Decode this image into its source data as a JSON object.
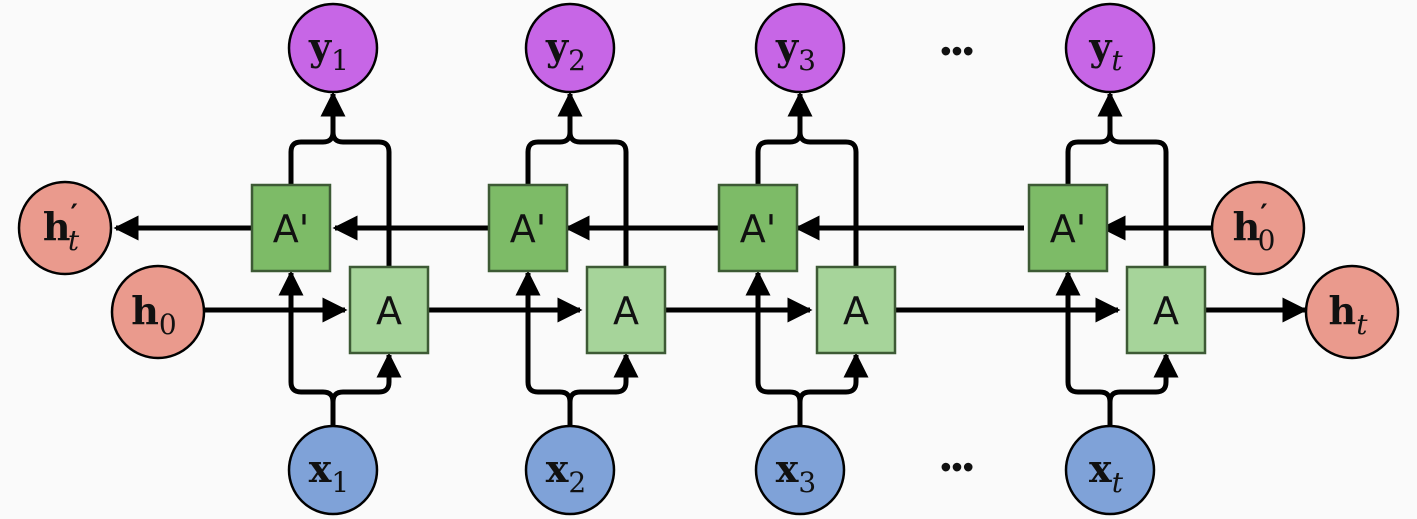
{
  "title": "Bidirectional RNN diagram",
  "colors": {
    "output": "#c766e6",
    "input": "#7fa2d8",
    "hidden": "#ea9a8d",
    "forward_cell": "#a6d49a",
    "backward_cell": "#7dbb67",
    "line": "#000000"
  },
  "columns": [
    {
      "output": {
        "base": "y",
        "sub": "1"
      },
      "input": {
        "base": "x",
        "sub": "1"
      },
      "backward_cell": "A'",
      "forward_cell": "A"
    },
    {
      "output": {
        "base": "y",
        "sub": "2"
      },
      "input": {
        "base": "x",
        "sub": "2"
      },
      "backward_cell": "A'",
      "forward_cell": "A"
    },
    {
      "output": {
        "base": "y",
        "sub": "3"
      },
      "input": {
        "base": "x",
        "sub": "3"
      },
      "backward_cell": "A'",
      "forward_cell": "A"
    },
    {
      "output": {
        "base": "y",
        "sub": "t"
      },
      "input": {
        "base": "x",
        "sub": "t"
      },
      "backward_cell": "A'",
      "forward_cell": "A"
    }
  ],
  "ellipsis_top": "•••",
  "ellipsis_bottom": "•••",
  "hidden_states": {
    "backward_out": {
      "base": "h",
      "prime": "′",
      "sub": "t"
    },
    "backward_in": {
      "base": "h",
      "prime": "′",
      "sub": "0"
    },
    "forward_in": {
      "base": "h",
      "sub": "0"
    },
    "forward_out": {
      "base": "h",
      "sub": "t"
    }
  }
}
